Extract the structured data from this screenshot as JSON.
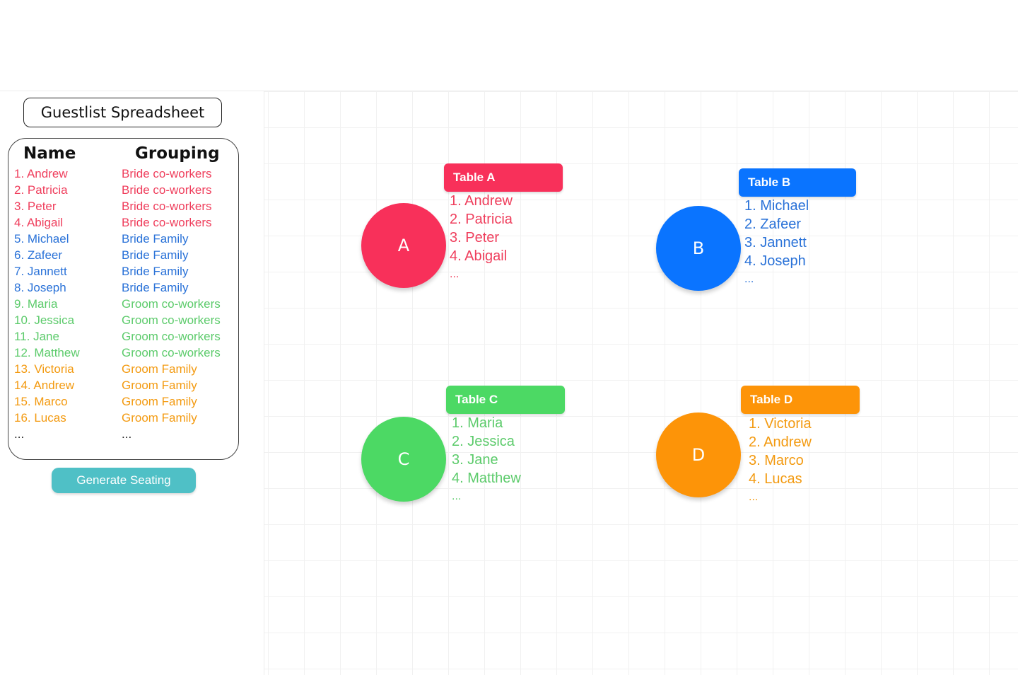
{
  "spreadsheet": {
    "title": "Guestlist Spreadsheet",
    "headers": {
      "name": "Name",
      "grouping": "Grouping"
    },
    "rows": [
      {
        "name": "1. Andrew",
        "group": "Bride co-workers",
        "color": "red"
      },
      {
        "name": "2. Patricia",
        "group": "Bride co-workers",
        "color": "red"
      },
      {
        "name": "3. Peter",
        "group": "Bride co-workers",
        "color": "red"
      },
      {
        "name": "4. Abigail",
        "group": "Bride co-workers",
        "color": "red"
      },
      {
        "name": "5. Michael",
        "group": "Bride Family",
        "color": "blue"
      },
      {
        "name": "6. Zafeer",
        "group": "Bride Family",
        "color": "blue"
      },
      {
        "name": "7. Jannett",
        "group": "Bride Family",
        "color": "blue"
      },
      {
        "name": "8. Joseph",
        "group": "Bride Family",
        "color": "blue"
      },
      {
        "name": "9. Maria",
        "group": "Groom co-workers",
        "color": "green"
      },
      {
        "name": "10. Jessica",
        "group": "Groom co-workers",
        "color": "green"
      },
      {
        "name": "11. Jane",
        "group": "Groom co-workers",
        "color": "green"
      },
      {
        "name": "12. Matthew",
        "group": "Groom co-workers",
        "color": "green"
      },
      {
        "name": "13. Victoria",
        "group": "Groom Family",
        "color": "orange"
      },
      {
        "name": "14. Andrew",
        "group": "Groom Family",
        "color": "orange"
      },
      {
        "name": "15. Marco",
        "group": "Groom Family",
        "color": "orange"
      },
      {
        "name": "16. Lucas",
        "group": "Groom Family",
        "color": "orange"
      },
      {
        "name": "...",
        "group": "...",
        "color": "dark"
      }
    ],
    "generate_button": "Generate Seating"
  },
  "tables": [
    {
      "id": "a",
      "circle_label": "A",
      "tag": "Table A",
      "color": "#f8305a",
      "text_color": "#ef3e5c",
      "guests": [
        "1. Andrew",
        "2. Patricia",
        "3. Peter",
        "4. Abigail"
      ],
      "more": "..."
    },
    {
      "id": "b",
      "circle_label": "B",
      "tag": "Table B",
      "color": "#0a74ff",
      "text_color": "#2a72d8",
      "guests": [
        "1. Michael",
        "2. Zafeer",
        "3. Jannett",
        "4. Joseph"
      ],
      "more": "..."
    },
    {
      "id": "c",
      "circle_label": "C",
      "tag": "Table C",
      "color": "#4cd964",
      "text_color": "#5ccb6b",
      "guests": [
        "1. Maria",
        "2. Jessica",
        "3. Jane",
        "4. Matthew"
      ],
      "more": "..."
    },
    {
      "id": "d",
      "circle_label": "D",
      "tag": "Table D",
      "color": "#fd9408",
      "text_color": "#f39a10",
      "guests": [
        "1. Victoria",
        "2. Andrew",
        "3. Marco",
        "4. Lucas"
      ],
      "more": "..."
    }
  ]
}
